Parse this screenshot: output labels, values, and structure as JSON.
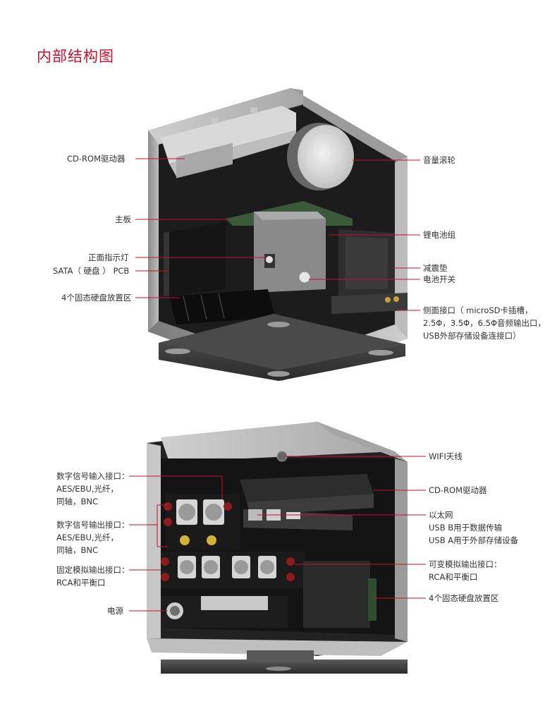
{
  "title": "内部结构图",
  "colors": {
    "accent": "#c8102e",
    "text": "#333333",
    "leader": "#c8102e"
  },
  "top_figure": {
    "left_labels": {
      "cdrom": "CD-ROM驱动器",
      "mainboard": "主板",
      "front_led": "正面指示灯",
      "sata_pcb": "SATA（ 硬盘 ） PCB",
      "ssd_bay": "4个固态硬盘放置区"
    },
    "right_labels": {
      "volume_wheel": "音量滚轮",
      "li_battery": "锂电池组",
      "damper": "减震垫",
      "battery_switch": "电池开关",
      "side_ports_1": "侧面接口（ microSD卡插槽，",
      "side_ports_2": "2.5Φ，3.5Φ，6.5Φ音频输出口，",
      "side_ports_3": "USB外部存储设备连接口）"
    }
  },
  "bottom_figure": {
    "left_labels": {
      "digital_in_1": "数字信号输入接口：",
      "digital_in_2": "AES/EBU,光纤，",
      "digital_in_3": "同轴，BNC",
      "digital_out_1": "数字信号输出接口：",
      "digital_out_2": "AES/EBU,光纤，",
      "digital_out_3": "同轴，BNC",
      "fixed_analog_1": "固定模拟输出接口：",
      "fixed_analog_2": "RCA和平衡口",
      "power": "电源"
    },
    "right_labels": {
      "wifi": "WIFI天线",
      "cdrom": "CD-ROM驱动器",
      "ethernet": "以太网",
      "usb_b": "USB B用于数据传输",
      "usb_a": "USB A用于外部存储设备",
      "variable_analog_1": "可变模拟输出接口：",
      "variable_analog_2": "RCA和平衡口",
      "ssd_bay": "4个固态硬盘放置区"
    }
  }
}
